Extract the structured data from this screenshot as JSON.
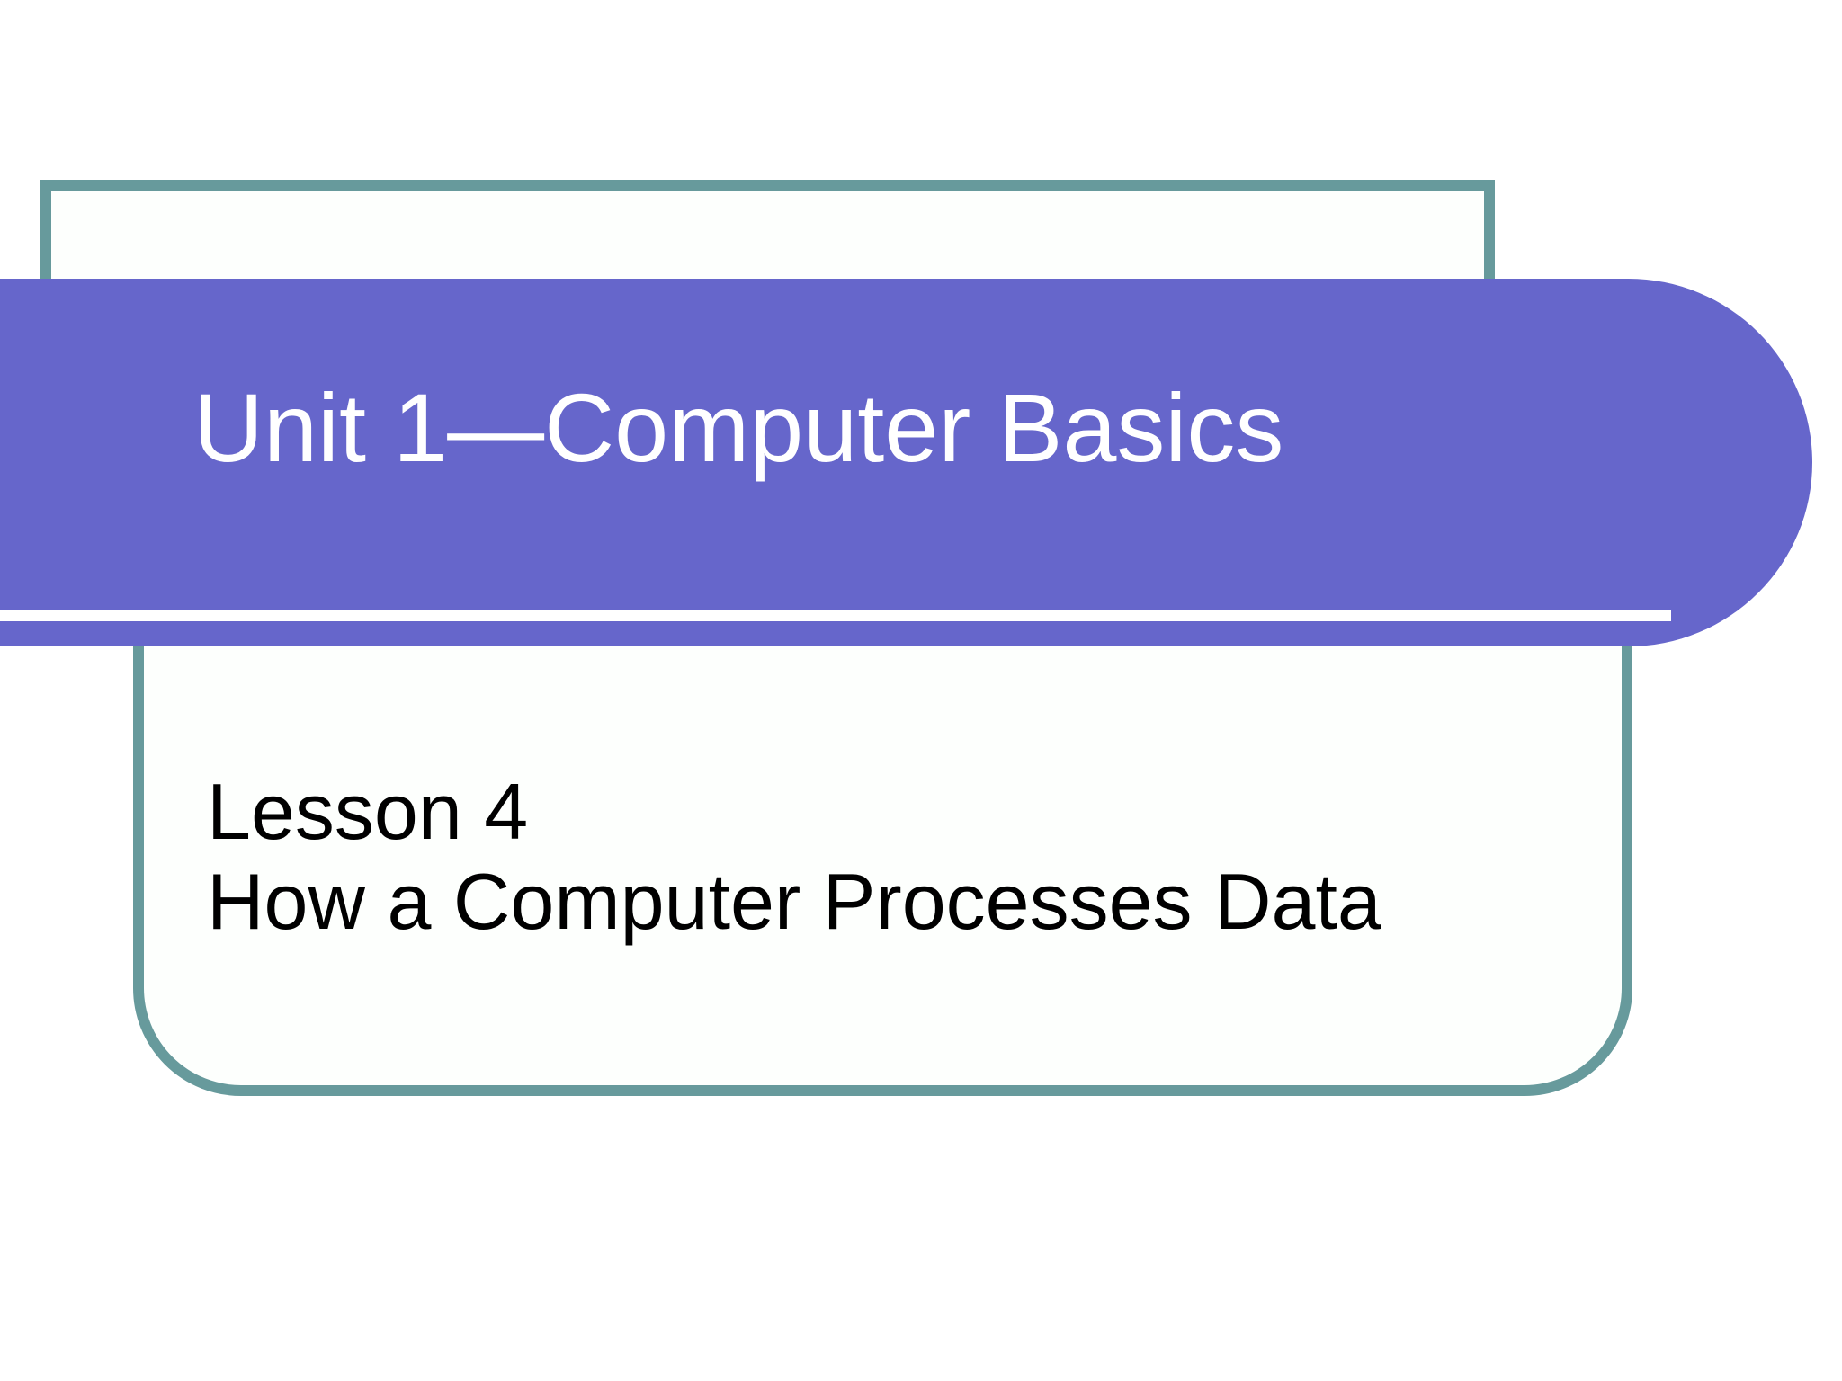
{
  "slide": {
    "title": "Unit 1—Computer Basics",
    "subtitle_lines": [
      "Lesson 4",
      "How a Computer Processes Data"
    ],
    "colors": {
      "background": "#ffffff",
      "banner": "#6666cb",
      "frame_border": "#679a9c",
      "accent_line": "#ffffff",
      "title_text": "#ffffff",
      "body_text": "#000000"
    }
  }
}
